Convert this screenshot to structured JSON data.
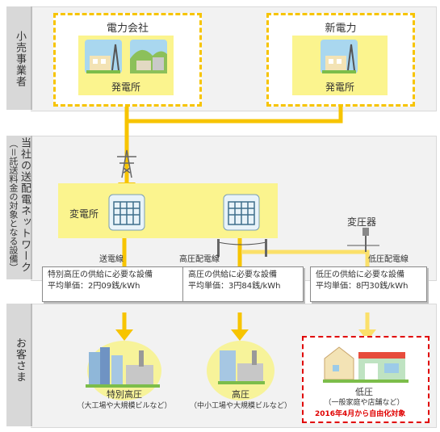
{
  "sections": {
    "retail": "小売事業者",
    "transmission": "当社の送配電ネットワーク",
    "transmission_note": "（＝託送料金の対象となる設備）",
    "customers": "お客さま"
  },
  "retail": {
    "power_company": "電力会社",
    "new_power": "新電力",
    "plant_label_1": "発電所",
    "plant_label_2": "発電所"
  },
  "network": {
    "substation": "変電所",
    "transformer": "変圧器",
    "line_transmission": "送電線",
    "line_high": "高圧配電線",
    "line_low": "低圧配電線"
  },
  "cards": [
    {
      "title": "特別高圧の供給に必要な設備",
      "price": "平均単価：2円09銭/kWh"
    },
    {
      "title": "高圧の供給に必要な設備",
      "price": "平均単価：3円84銭/kWh"
    },
    {
      "title": "低圧の供給に必要な設備",
      "price": "平均単価：8円30銭/kWh"
    }
  ],
  "customers": [
    {
      "name": "特別高圧",
      "sub": "（大工場や大規模ビルなど）"
    },
    {
      "name": "高圧",
      "sub": "（中小工場や大規模ビルなど）"
    },
    {
      "name": "低圧",
      "sub": "（一般家庭や店舗など）"
    }
  ],
  "liberalization_note": "2016年4月から自由化対象",
  "colors": {
    "accent_yellow": "#f7c400",
    "highlight_yellow": "#fbf48e",
    "note_red": "#e00000"
  }
}
